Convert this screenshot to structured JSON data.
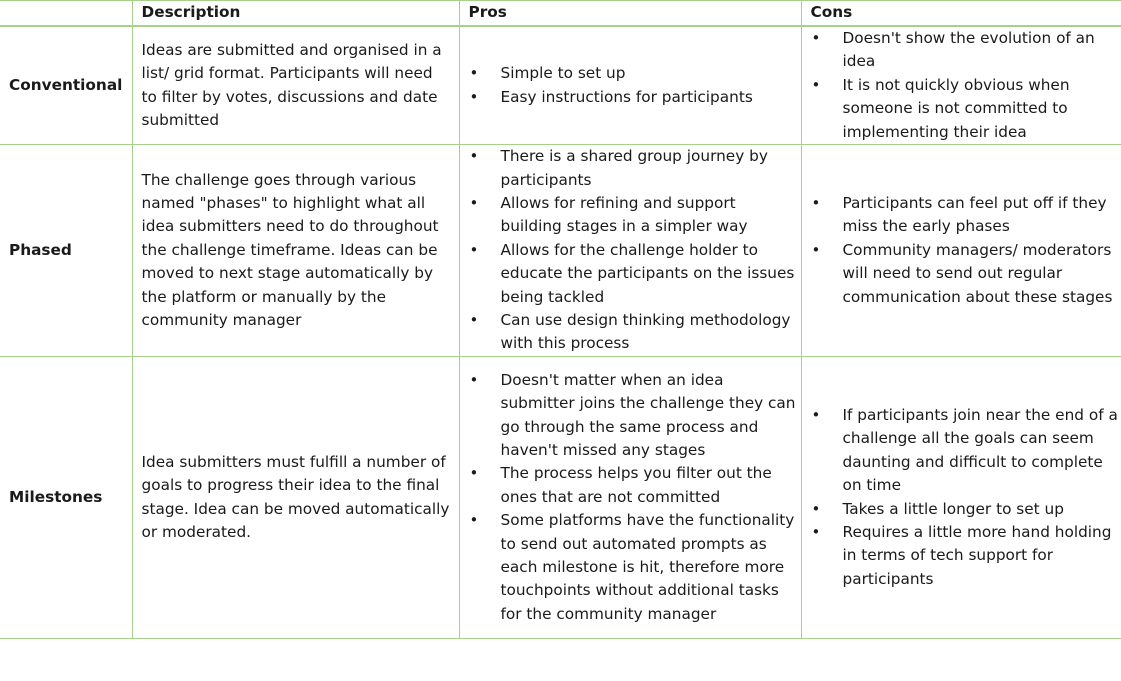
{
  "headers": [
    "",
    "Description",
    "Pros",
    "Cons"
  ],
  "rows": [
    {
      "label": "Conventional",
      "description": "Ideas are submitted and organised in a list/ grid format. Participants will need to filter by votes, discussions and date submitted",
      "pros": [
        "Simple to set up",
        "Easy instructions for participants"
      ],
      "cons": [
        "Doesn't show the evolution of an idea",
        "It is not quickly obvious when someone is not committed to implementing their idea"
      ]
    },
    {
      "label": "Phased",
      "description": "The challenge goes through various named \"phases\" to highlight what all idea submitters need to do throughout the challenge timeframe. Ideas can be moved to next stage automatically by the platform or manually by the community manager",
      "pros": [
        "There is a shared group journey by participants",
        "Allows for refining and support building stages in a simpler way",
        "Allows for the challenge holder to educate the participants on the issues being tackled",
        "Can use design thinking methodology with this process"
      ],
      "cons": [
        "Participants can feel put off if they miss the early phases",
        "Community managers/ moderators will need to send out regular communication about these stages"
      ]
    },
    {
      "label": "Milestones",
      "description": "Idea submitters must fulfill a number of goals to progress their idea to the final stage. Idea can be moved automatically or moderated.",
      "pros": [
        "Doesn't matter when an idea submitter joins the challenge they can go through the same process and haven't missed any stages",
        "The process helps you filter out the ones that are not committed",
        "Some platforms have the functionality to send out automated prompts as each milestone is hit, therefore more touchpoints without additional tasks for the community manager"
      ],
      "cons": [
        "If participants join near the end of a challenge all the goals can seem daunting and difficult to complete on time",
        "Takes a little longer to set up",
        "Requires a little more hand holding in terms of tech support for participants"
      ]
    }
  ]
}
